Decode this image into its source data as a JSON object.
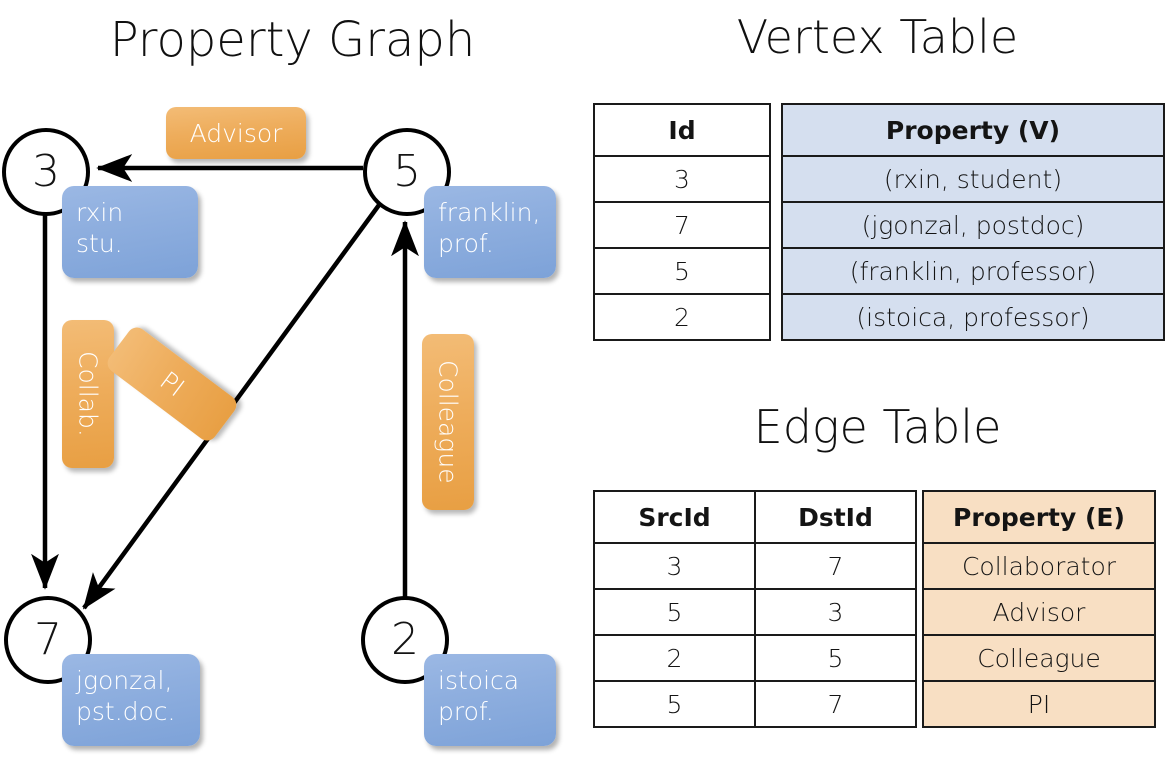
{
  "titles": {
    "property_graph": "Property Graph",
    "vertex_table": "Vertex Table",
    "edge_table": "Edge Table"
  },
  "graph": {
    "nodes": [
      {
        "id": "3",
        "name": "rxin",
        "role": "stu."
      },
      {
        "id": "5",
        "name": "franklin,",
        "role": "prof."
      },
      {
        "id": "7",
        "name": "jgonzal,",
        "role": "pst.doc."
      },
      {
        "id": "2",
        "name": "istoica",
        "role": "prof."
      }
    ],
    "edge_labels": [
      {
        "key": "advisor",
        "label": "Advisor"
      },
      {
        "key": "collab",
        "label": "Collab."
      },
      {
        "key": "pi",
        "label": "PI"
      },
      {
        "key": "colleague",
        "label": "Colleague"
      }
    ]
  },
  "vertex_table": {
    "columns": [
      "Id",
      "Property (V)"
    ],
    "rows": [
      {
        "id": "3",
        "property": "(rxin, student)"
      },
      {
        "id": "7",
        "property": "(jgonzal, postdoc)"
      },
      {
        "id": "5",
        "property": "(franklin, professor)"
      },
      {
        "id": "2",
        "property": "(istoica, professor)"
      }
    ]
  },
  "edge_table": {
    "columns": [
      "SrcId",
      "DstId",
      "Property (E)"
    ],
    "rows": [
      {
        "src": "3",
        "dst": "7",
        "property": "Collaborator"
      },
      {
        "src": "5",
        "dst": "3",
        "property": "Advisor"
      },
      {
        "src": "2",
        "dst": "5",
        "property": "Colleague"
      },
      {
        "src": "5",
        "dst": "7",
        "property": "PI"
      }
    ]
  },
  "colors": {
    "vertex_fill": "#d5dfef",
    "edge_fill": "#f8dfc3",
    "node_box_blue": "#8fafdf",
    "edge_label_orange": "#eead5c",
    "stroke": "#000000"
  }
}
